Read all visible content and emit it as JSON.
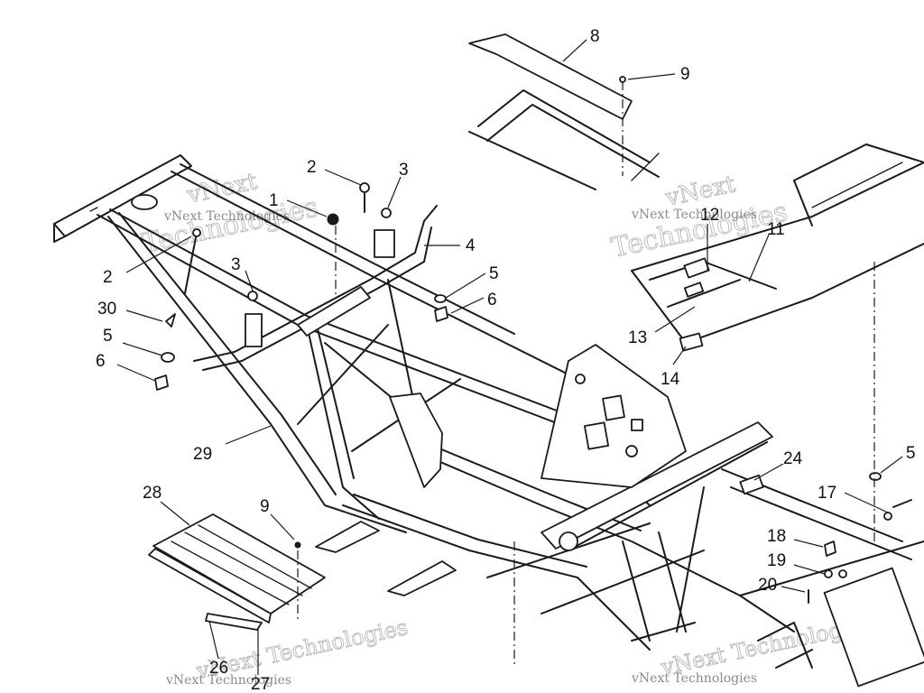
{
  "callouts": [
    {
      "id": "c1",
      "label": "1"
    },
    {
      "id": "c2a",
      "label": "2"
    },
    {
      "id": "c2b",
      "label": "2"
    },
    {
      "id": "c3a",
      "label": "3"
    },
    {
      "id": "c3b",
      "label": "3"
    },
    {
      "id": "c4",
      "label": "4"
    },
    {
      "id": "c5a",
      "label": "5"
    },
    {
      "id": "c5b",
      "label": "5"
    },
    {
      "id": "c5c",
      "label": "5"
    },
    {
      "id": "c6a",
      "label": "6"
    },
    {
      "id": "c6b",
      "label": "6"
    },
    {
      "id": "c8",
      "label": "8"
    },
    {
      "id": "c9a",
      "label": "9"
    },
    {
      "id": "c9b",
      "label": "9"
    },
    {
      "id": "c11",
      "label": "11"
    },
    {
      "id": "c12",
      "label": "12"
    },
    {
      "id": "c13",
      "label": "13"
    },
    {
      "id": "c14",
      "label": "14"
    },
    {
      "id": "c17",
      "label": "17"
    },
    {
      "id": "c18",
      "label": "18"
    },
    {
      "id": "c19",
      "label": "19"
    },
    {
      "id": "c20",
      "label": "20"
    },
    {
      "id": "c24",
      "label": "24"
    },
    {
      "id": "c26",
      "label": "26"
    },
    {
      "id": "c27",
      "label": "27"
    },
    {
      "id": "c28",
      "label": "28"
    },
    {
      "id": "c29",
      "label": "29"
    },
    {
      "id": "c30",
      "label": "30"
    }
  ],
  "watermark": {
    "big": "vNext Technologies",
    "big_line1": "vNext",
    "big_line2": "Technologies",
    "small": "vNext Technologies"
  }
}
